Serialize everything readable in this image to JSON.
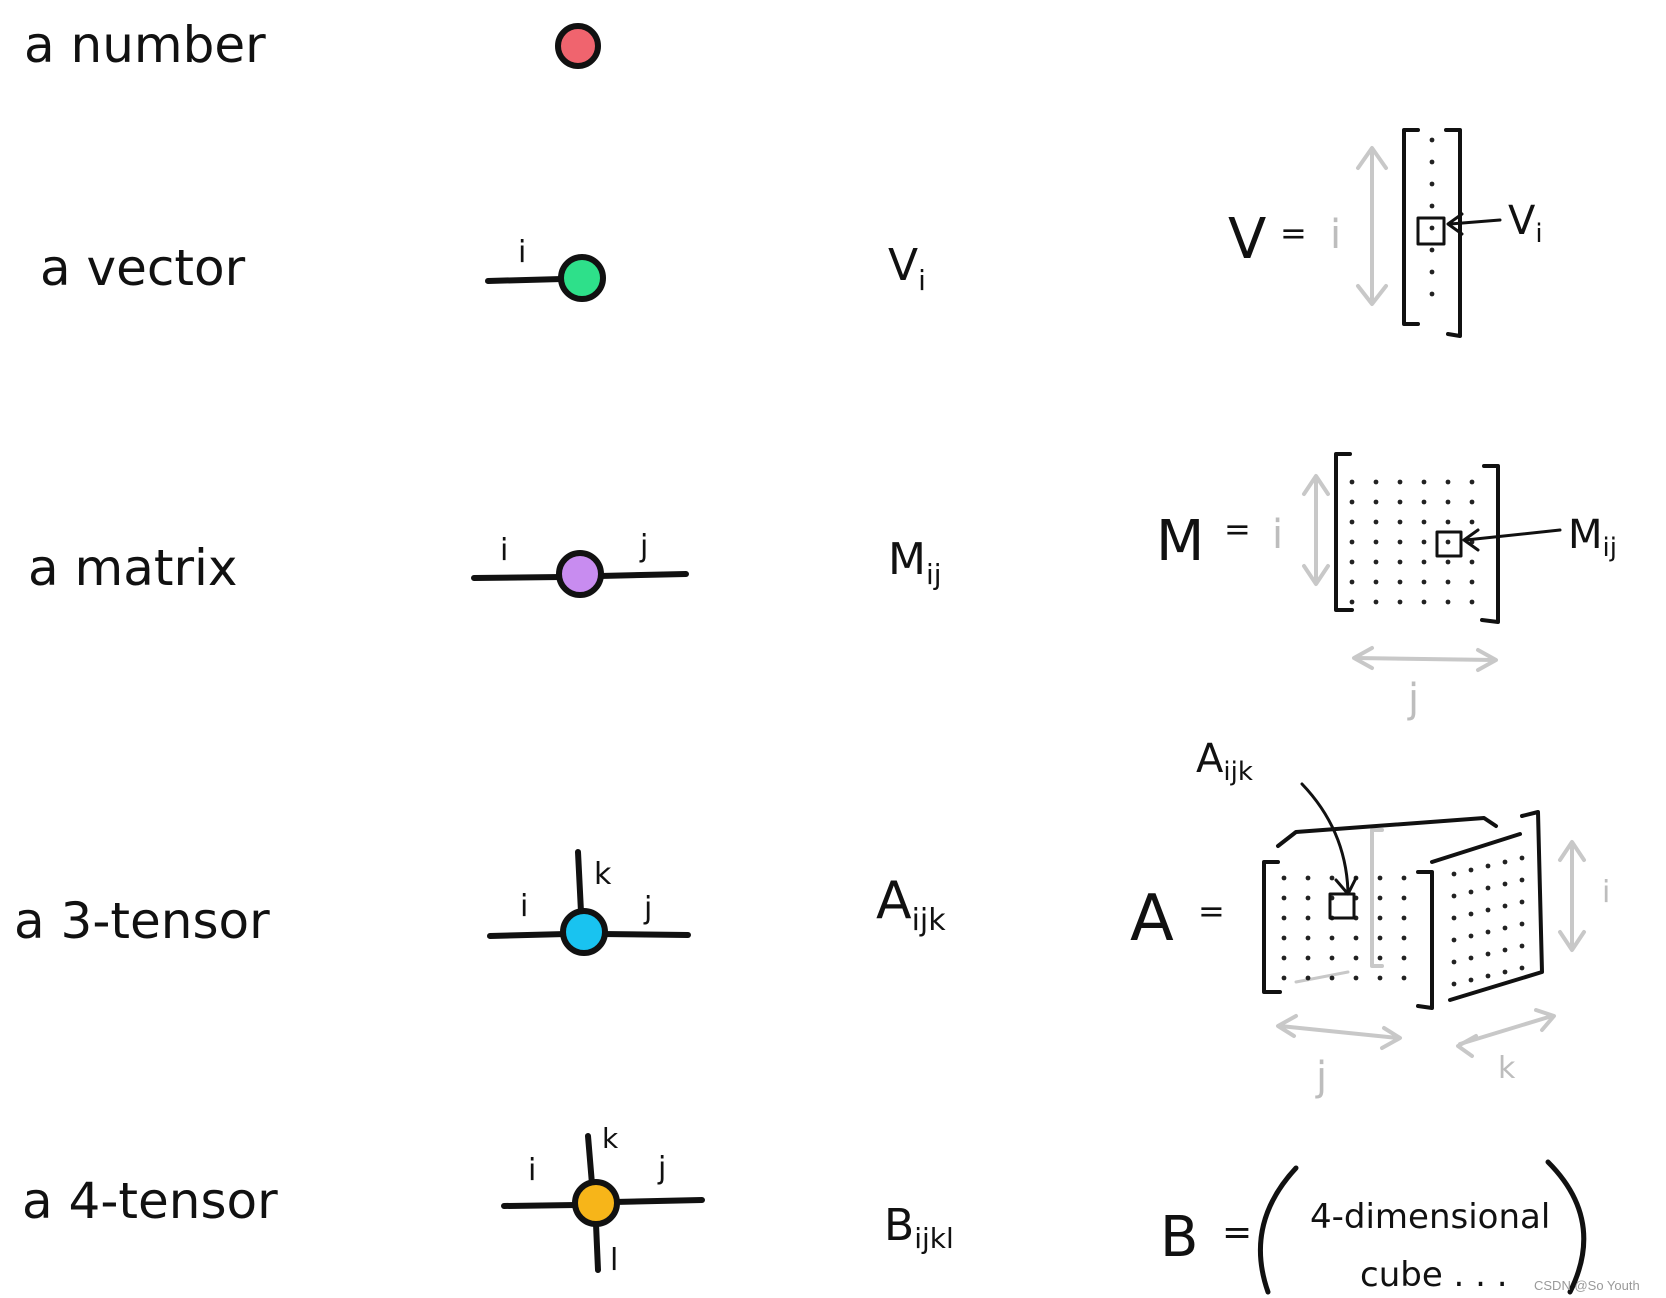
{
  "rows": [
    {
      "label": "a number",
      "node_color": "#f0646e"
    },
    {
      "label": "a vector",
      "node_color": "#2ee08a",
      "edge_labels": [
        "i"
      ],
      "symbol_main": "V",
      "symbol_sub": "i"
    },
    {
      "label": "a matrix",
      "node_color": "#c88cf0",
      "edge_labels": [
        "i",
        "j"
      ],
      "symbol_main": "M",
      "symbol_sub": "ij"
    },
    {
      "label": "a 3-tensor",
      "node_color": "#19c3f0",
      "edge_labels": [
        "k",
        "i",
        "j"
      ],
      "symbol_main": "A",
      "symbol_sub": "ijk"
    },
    {
      "label": "a 4-tensor",
      "node_color": "#f7b519",
      "edge_labels": [
        "k",
        "i",
        "j",
        "l"
      ],
      "symbol_main": "B",
      "symbol_sub": "ijkl"
    }
  ],
  "vector_pic": {
    "lhs": "V",
    "eq": "=",
    "axis": "i",
    "pointer_main": "V",
    "pointer_sub": "i"
  },
  "matrix_pic": {
    "lhs": "M",
    "eq": "=",
    "axis_v": "i",
    "axis_h": "j",
    "pointer_main": "M",
    "pointer_sub": "ij"
  },
  "tensor_pic": {
    "lhs": "A",
    "eq": "=",
    "axis_i": "i",
    "axis_j": "j",
    "axis_k": "k",
    "pointer_main": "A",
    "pointer_sub": "ijk"
  },
  "fourd_pic": {
    "lhs": "B",
    "eq": "=",
    "line1": "4-dimensional",
    "line2": "cube . . ."
  },
  "watermark": "CSDN @So Youth"
}
